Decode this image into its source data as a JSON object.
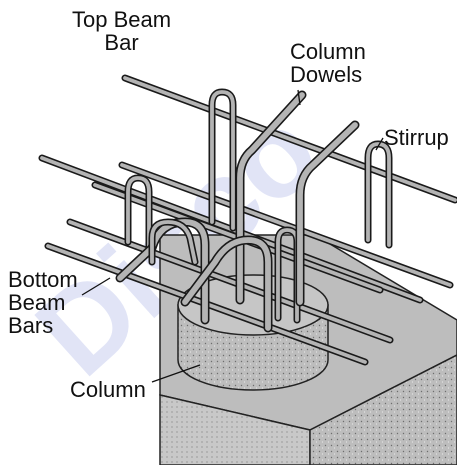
{
  "labels": {
    "top_beam_bar": "Top Beam\nBar",
    "column_dowels": "Column\nDowels",
    "stirrup": "Stirrup",
    "bottom_beam_bars": "Bottom\nBeam\nBars",
    "column": "Column"
  },
  "watermark": "Disco",
  "colors": {
    "rebar_fill": "#b4b4b4",
    "rebar_outline": "#1a1a1a",
    "concrete": "#bdbdbd",
    "watermark": "#c9cff0"
  }
}
